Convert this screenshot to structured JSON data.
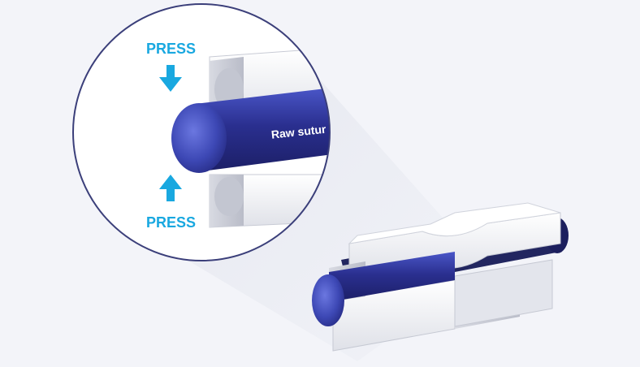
{
  "labels": {
    "press_top": "PRESS",
    "press_bottom": "PRESS",
    "suture": "Raw sutur"
  },
  "icons": {
    "arrow_down": "arrow-down-icon",
    "arrow_up": "arrow-up-icon"
  },
  "colors": {
    "background": "#f3f4f9",
    "press_text": "#19a8e0",
    "suture_blue": "#2a2f8f",
    "suture_highlight": "#4a56c8",
    "block_white": "#ffffff",
    "block_shadow": "#c9ccd6",
    "circle_border": "#3b3f7a"
  }
}
